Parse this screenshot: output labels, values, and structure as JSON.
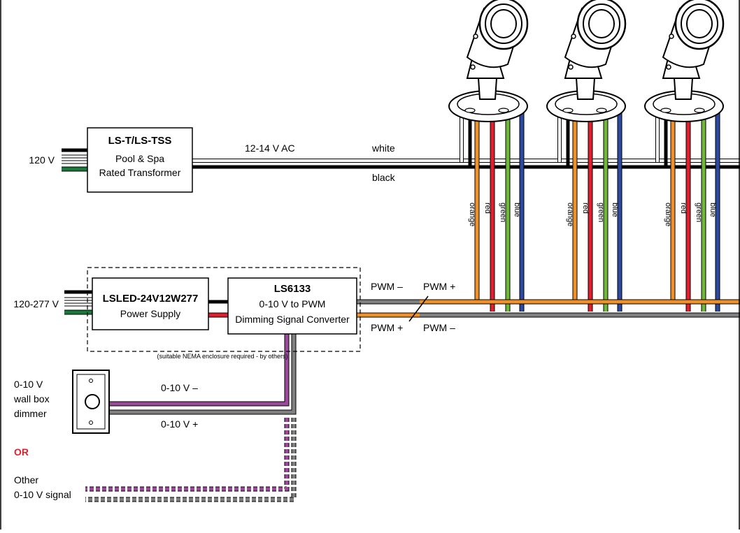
{
  "colors": {
    "white": "#ffffff",
    "black": "#000000",
    "green": "#1a7a3c",
    "orange": "#f0902a",
    "red": "#e0202e",
    "lime": "#6fb83a",
    "blue": "#2c4aa0",
    "gray": "#808080",
    "purple": "#9b4a9b",
    "or_red": "#e0202e"
  },
  "inputs": {
    "mains_120": "120 V",
    "mains_120_277": "120-277 V"
  },
  "transformer": {
    "title": "LS-T/LS-TSS",
    "line1": "Pool & Spa",
    "line2": "Rated Transformer"
  },
  "secondary": {
    "voltage": "12-14 V AC",
    "white_label": "white",
    "black_label": "black"
  },
  "power_supply": {
    "title": "LSLED-24V12W277",
    "subtitle": "Power Supply"
  },
  "converter": {
    "title": "LS6133",
    "line1": "0-10 V to PWM",
    "line2": "Dimming Signal Converter"
  },
  "enclosure_note": "(suitable NEMA enclosure required - by others)",
  "pwm": {
    "top_left": "PWM –",
    "top_right": "PWM +",
    "bottom_left": "PWM +",
    "bottom_right": "PWM –"
  },
  "fixture_wires": [
    "orange",
    "red",
    "green",
    "blue"
  ],
  "dimmer": {
    "label1": "0-10 V",
    "label2": "wall box",
    "label3": "dimmer",
    "neg_label": "0-10 V –",
    "pos_label": "0-10 V +"
  },
  "or_text": "OR",
  "other_signal": {
    "line1": "Other",
    "line2": "0-10 V signal"
  }
}
